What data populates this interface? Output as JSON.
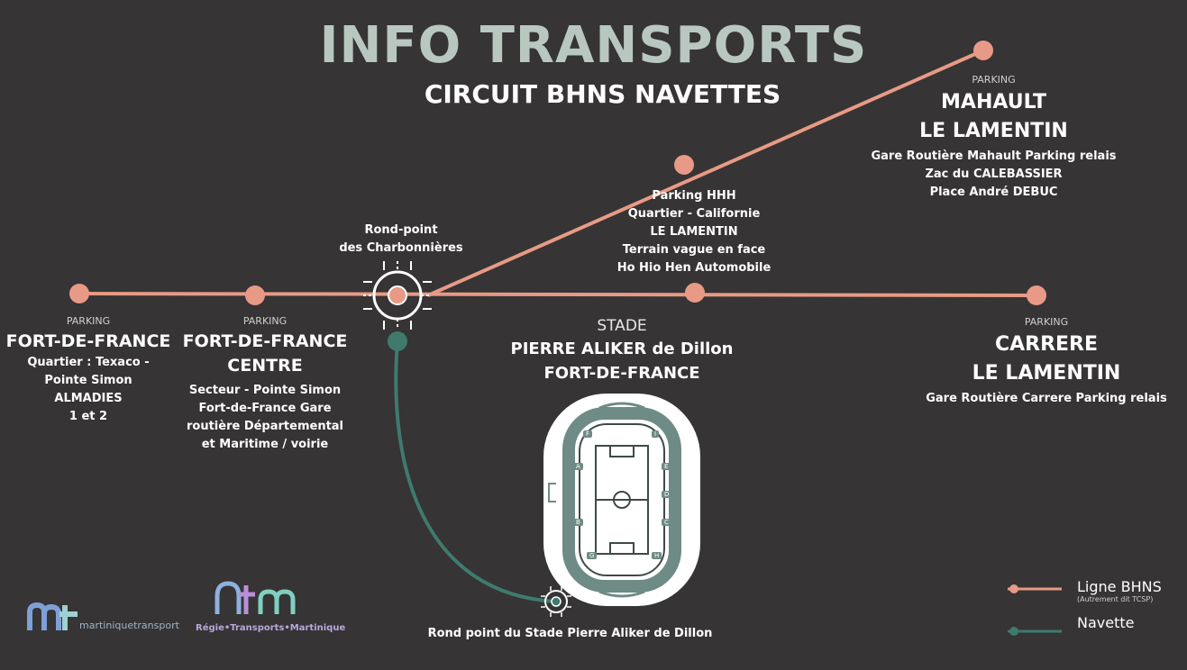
{
  "header": {
    "title": "INFO TRANSPORTS",
    "subtitle": "CIRCUIT BHNS NAVETTES"
  },
  "colors": {
    "background": "#363434",
    "ligne_bhns": "#e89a86",
    "navette": "#3f7a6d",
    "title": "#b9c7c1"
  },
  "stops": {
    "fdf": {
      "tag": "PARKING",
      "name": "FORT-DE-FRANCE",
      "d1": "Quartier : Texaco -",
      "d2": "Pointe Simon",
      "d3": "ALMADIES",
      "d4": "1 et 2"
    },
    "fdf_centre": {
      "tag": "PARKING",
      "name1": "FORT-DE-FRANCE",
      "name2": "CENTRE",
      "d1": "Secteur - Pointe Simon",
      "d2": "Fort-de-France Gare",
      "d3": "routière Départemental",
      "d4": "et Maritime / voirie"
    },
    "charbonnieres": {
      "l1": "Rond-point",
      "l2": "des Charbonnières"
    },
    "hhh": {
      "l1": "Parking HHH",
      "l2": "Quartier - Californie",
      "l3": "LE LAMENTIN",
      "l4": "Terrain vague en face",
      "l5": "Ho Hio Hen Automobile"
    },
    "mahault": {
      "tag": "PARKING",
      "name1": "MAHAULT",
      "name2": "LE LAMENTIN",
      "d1": "Gare Routière Mahault Parking relais",
      "d2": "Zac du CALEBASSIER",
      "d3": "Place André DEBUC"
    },
    "carrere": {
      "tag": "PARKING",
      "name1": "CARRERE",
      "name2": "LE LAMENTIN",
      "d1": "Gare Routière Carrere Parking relais"
    },
    "stade": {
      "tag": "STADE",
      "name1": "PIERRE ALIKER de Dillon",
      "name2": "FORT-DE-FRANCE"
    },
    "rond_point_stade": "Rond point du Stade Pierre Aliker de Dillon"
  },
  "stadium_sections": [
    "F",
    "I",
    "A",
    "E",
    "D",
    "B",
    "C",
    "G",
    "H"
  ],
  "legend": {
    "bhns_label": "Ligne BHNS",
    "bhns_note": "(Autrement dit TCSP)",
    "navette_label": "Navette"
  },
  "logos": {
    "mt_text": "martiniquetransport",
    "rtm_text": "Régie•Transports•Martinique"
  }
}
